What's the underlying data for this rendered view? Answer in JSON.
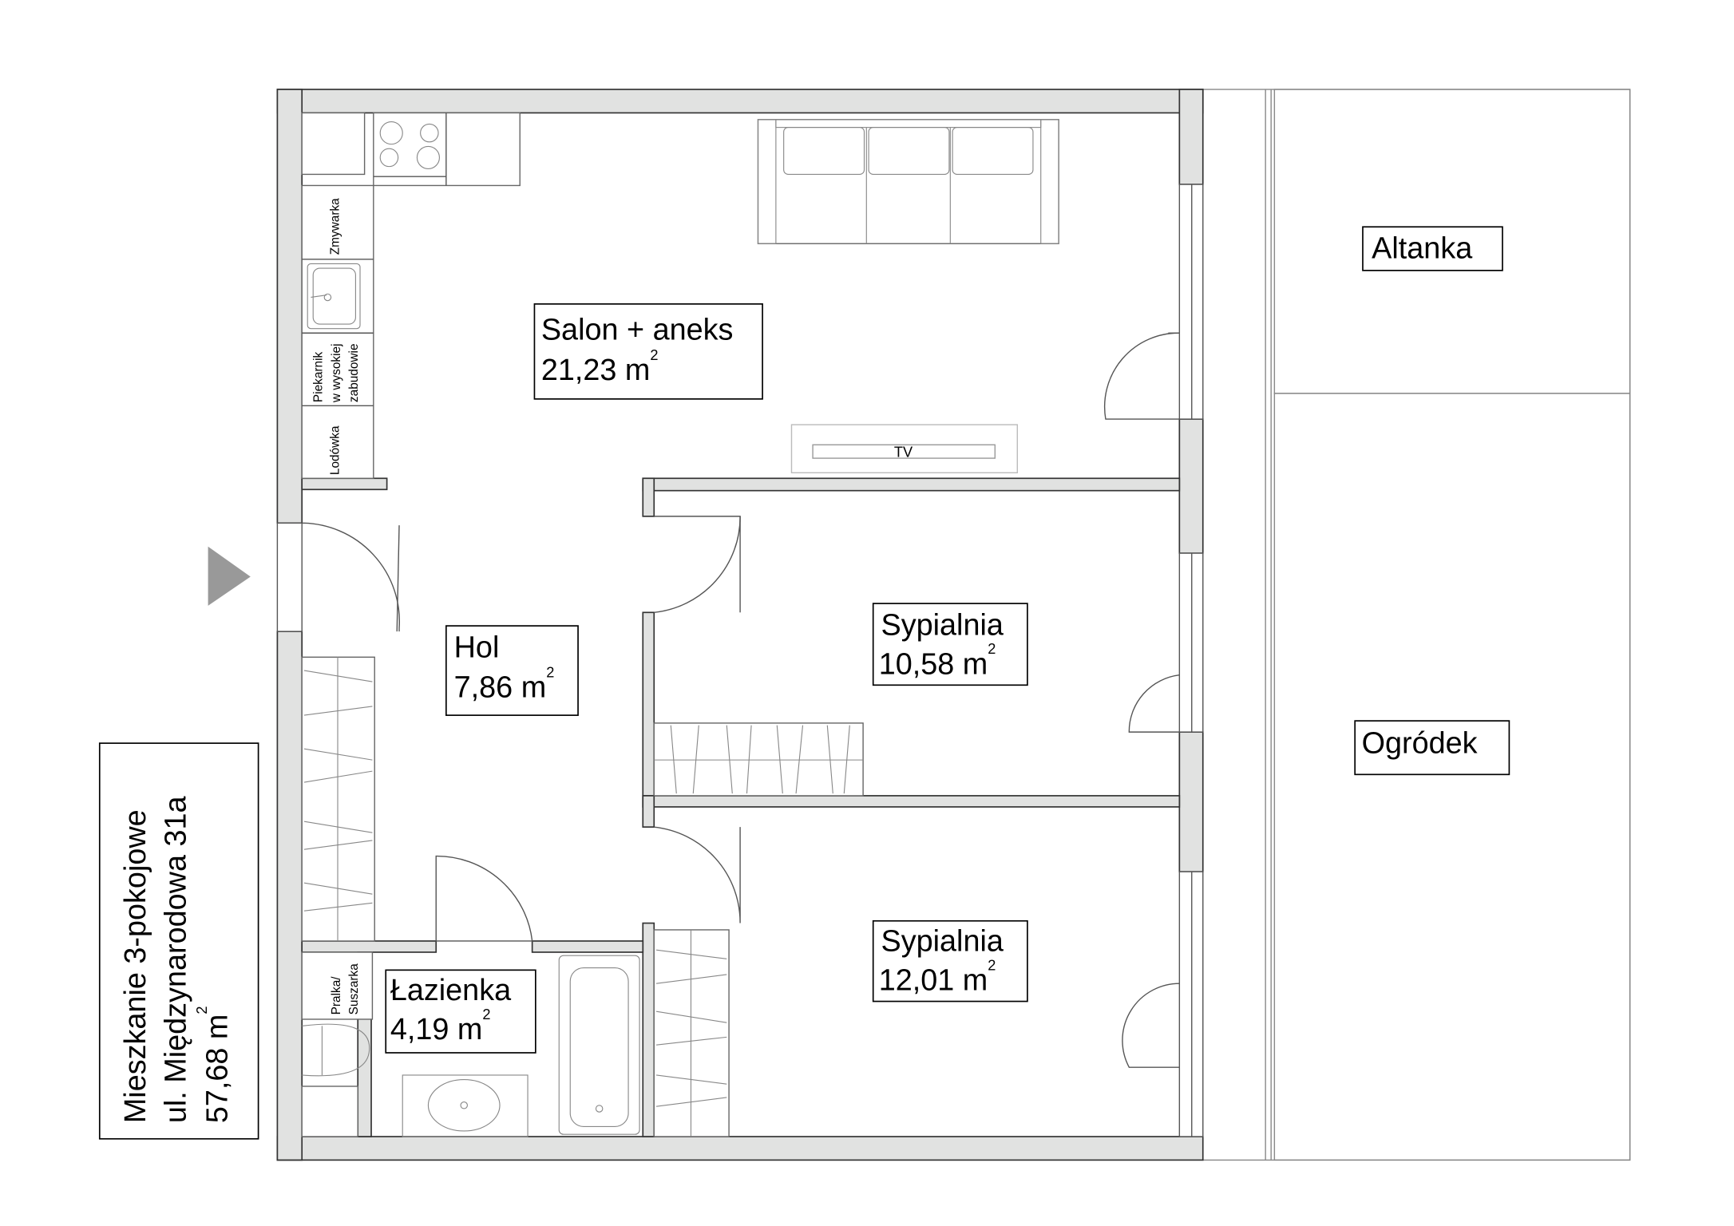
{
  "plan": {
    "rooms": [
      {
        "name": "Salon + aneks",
        "area": "21,23 m",
        "sup": "2"
      },
      {
        "name": "Sypialnia",
        "area": "10,58 m",
        "sup": "2"
      },
      {
        "name": "Hol",
        "area": "7,86 m",
        "sup": "2"
      },
      {
        "name": "Sypialnia",
        "area": "12,01 m",
        "sup": "2"
      },
      {
        "name": "Łazienka",
        "area": "4,19 m",
        "sup": "2"
      }
    ],
    "outdoor": {
      "altanka": "Altanka",
      "ogrodek": "Ogródek"
    },
    "appliances": {
      "zmywarka": "Zmywarka",
      "piekarnik_1": "Piekarnik",
      "piekarnik_2": "w wysokiej",
      "piekarnik_3": "zabudowie",
      "lodowka": "Lodówka",
      "pralka_1": "Pralka/",
      "pralka_2": "Suszarka",
      "tv": "TV"
    }
  },
  "info": {
    "line1": "Mieszkanie 3-pokojowe",
    "line2": "ul. Międzynarodowa 31a",
    "line3": "57,68 m",
    "sup": "2"
  },
  "colors": {
    "wall": "#e1e2e1",
    "entrance_arrow": "#999999"
  }
}
